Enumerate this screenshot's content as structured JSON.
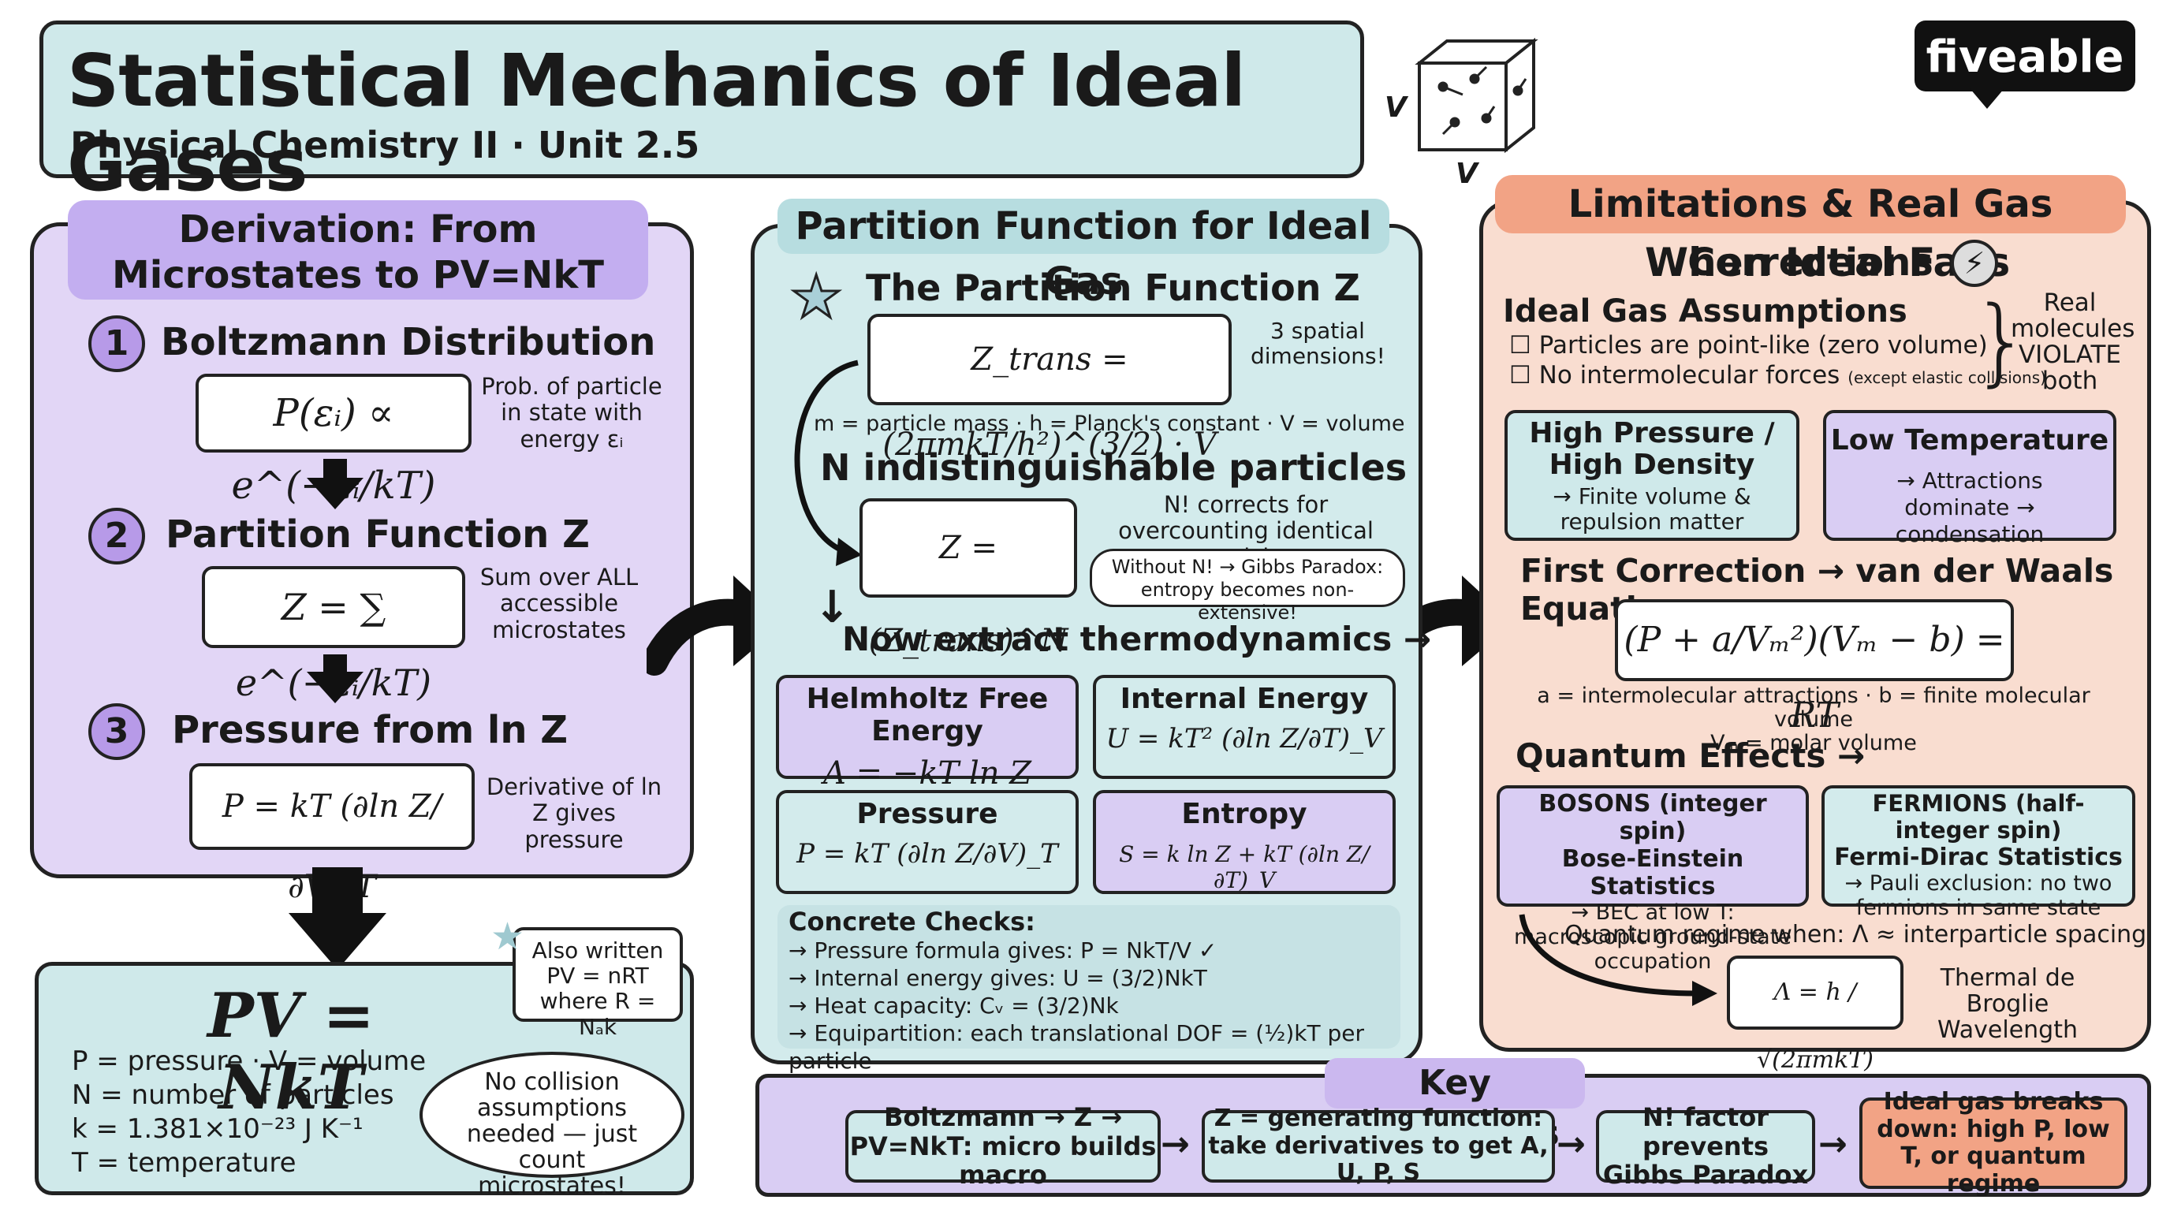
{
  "header": {
    "title": "Statistical Mechanics of Ideal Gases",
    "subtitle": "Physical Chemistry II · Unit 2.5",
    "cube_label_side": "V",
    "cube_label_bottom": "V",
    "logo": "fiveable"
  },
  "colors": {
    "header_bg": "#cfe9ea",
    "purple": "#d9cdf3",
    "purple_dark": "#b79ae8",
    "teal": "#cfe9ea",
    "peach": "#f7d8c9",
    "orange": "#f2a385"
  },
  "derivation": {
    "title": "Derivation: From Microstates to PV=NkT",
    "steps": [
      {
        "num": "1",
        "heading": "Boltzmann Distribution",
        "formula": "P(εᵢ) ∝ e^(−εᵢ/kT)",
        "note": "Prob. of particle in state with energy εᵢ"
      },
      {
        "num": "2",
        "heading": "Partition Function Z",
        "formula": "Z = ∑ e^(−εᵢ/kT)",
        "note": "Sum over ALL accessible microstates"
      },
      {
        "num": "3",
        "heading": "Pressure from ln Z",
        "formula": "P = kT (∂ln Z/∂V)_T",
        "note": "Derivative of ln Z gives pressure"
      }
    ]
  },
  "result": {
    "equation": "PV = NkT",
    "defs": [
      "P = pressure · V = volume",
      "N = number of particles",
      "k = 1.381×10⁻²³ J K⁻¹",
      "T = temperature"
    ],
    "also": "Also written PV = nRT where R = Nₐk",
    "bubble": "No collision assumptions needed — just count microstates!"
  },
  "partition": {
    "title": "Partition Function for Ideal Gas",
    "subheading": "The Partition Function Z",
    "ztrans": "Z_trans = (2πmkT/h²)^(3/2) · V",
    "ztrans_note": "3 spatial dimensions!",
    "legend": "m = particle mass · h = Planck's constant · V = volume",
    "indist_heading": "N indistinguishable particles",
    "z_formula": "Z = (Z_trans)^N / N!",
    "nfact_note": "N! corrects for overcounting identical particles",
    "gibbs_note": "Without N! → Gibbs Paradox: entropy becomes non-extensive!",
    "extract": "Now extract thermodynamics →",
    "cells": [
      {
        "title": "Helmholtz Free Energy",
        "formula": "A = −kT ln Z"
      },
      {
        "title": "Internal Energy",
        "formula": "U = kT² (∂ln Z/∂T)_V"
      },
      {
        "title": "Pressure",
        "formula": "P = kT (∂ln Z/∂V)_T"
      },
      {
        "title": "Entropy",
        "formula": "S = k ln Z + kT (∂ln Z/∂T)_V"
      }
    ],
    "checks_title": "Concrete Checks:",
    "checks": [
      "→ Pressure formula gives: P = NkT/V ✓",
      "→ Internal energy gives: U = (3/2)NkT",
      "→ Heat capacity: Cᵥ = (3/2)Nk",
      "→ Equipartition: each translational DOF = (½)kT per particle"
    ]
  },
  "limits": {
    "title": "Limitations & Real Gas Corrections",
    "fails": "When Ideal Fails",
    "assumptions_title": "Ideal Gas Assumptions",
    "assumption_1": "Particles are point-like (zero volume)",
    "assumption_2": "No intermolecular forces",
    "assumption_2_note": "(except elastic collisions)",
    "violate": "Real molecules VIOLATE both",
    "hp_title": "High Pressure / High Density",
    "hp_body": "→ Finite volume & repulsion matter",
    "lt_title": "Low Temperature",
    "lt_body": "→ Attractions dominate → condensation",
    "vdw_heading": "First Correction → van der Waals Equation",
    "vdw": "(P + a/Vₘ²)(Vₘ − b) = RT",
    "vdw_legend_1": "a = intermolecular attractions · b = finite molecular volume",
    "vdw_legend_2": "Vₘ = molar volume",
    "quantum_heading": "Quantum Effects →",
    "bosons_title": "BOSONS (integer spin)",
    "bosons_stat": "Bose-Einstein Statistics",
    "bosons_body": "→ BEC at low T: macroscopic ground-state occupation",
    "fermions_title": "FERMIONS (half-integer spin)",
    "fermions_stat": "Fermi-Dirac Statistics",
    "fermions_body": "→ Pauli exclusion: no two fermions in same state",
    "regime": "Quantum regime when: Λ ≈ interparticle spacing",
    "lambda": "Λ = h / √(2πmkT)",
    "lambda_label": "Thermal de Broglie Wavelength"
  },
  "takeaways": {
    "title": "Key Takeaways",
    "items": [
      "Boltzmann → Z → PV=NkT: micro builds macro",
      "Z = generating function: take derivatives to get A, U, P, S",
      "N! factor prevents Gibbs Paradox",
      "Ideal gas breaks down: high P, low T, or quantum regime"
    ]
  }
}
